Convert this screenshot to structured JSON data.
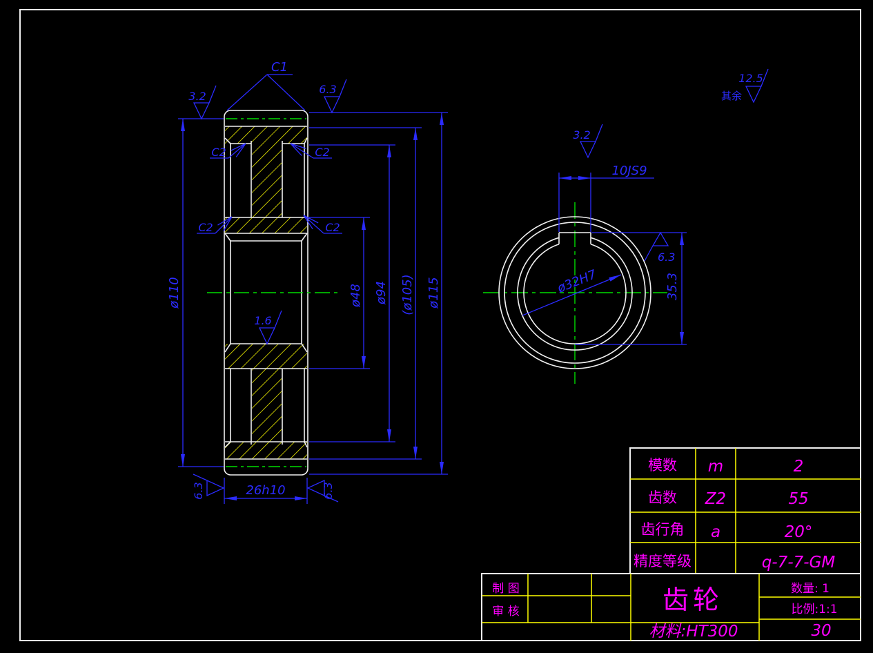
{
  "colors": {
    "background": "#000000",
    "geometry": "#f0f0f0",
    "hatch": "#ffff00",
    "dimension": "#2b2bff",
    "centerline": "#00dd00",
    "table_text": "#ff00ff",
    "table_grid": "#ffff00"
  },
  "annotations": {
    "chamfer_tip": "C1",
    "chamfer": "C2",
    "roughness_16": "1.6",
    "roughness_32": "3.2",
    "roughness_63": "6.3",
    "roughness_125": "12.5",
    "rest_label": "其余"
  },
  "dimensions": {
    "pitch_diameter": "ø110",
    "face_width": "26h10",
    "hub_diameter": "ø48",
    "web_diameter": "ø94",
    "root_diameter": "(ø105)",
    "tip_diameter": "ø115",
    "bore": "ø32H7",
    "keyway_width": "10JS9",
    "keyway_height": "35.3"
  },
  "parameter_table": {
    "rows": [
      {
        "label": "模数",
        "symbol": "m",
        "value": "2"
      },
      {
        "label": "齿数",
        "symbol": "Z2",
        "value": "55"
      },
      {
        "label": "齿行角",
        "symbol": "a",
        "value": "20°"
      },
      {
        "label": "精度等级",
        "symbol": "",
        "value": "q-7-7-GM"
      }
    ]
  },
  "title_block": {
    "drawn_label": "制 图",
    "checked_label": "审 核",
    "part_name": "齿轮",
    "material": "材料:HT300",
    "quantity": "数量: 1",
    "scale": "比例:1:1",
    "sheet": "30"
  }
}
